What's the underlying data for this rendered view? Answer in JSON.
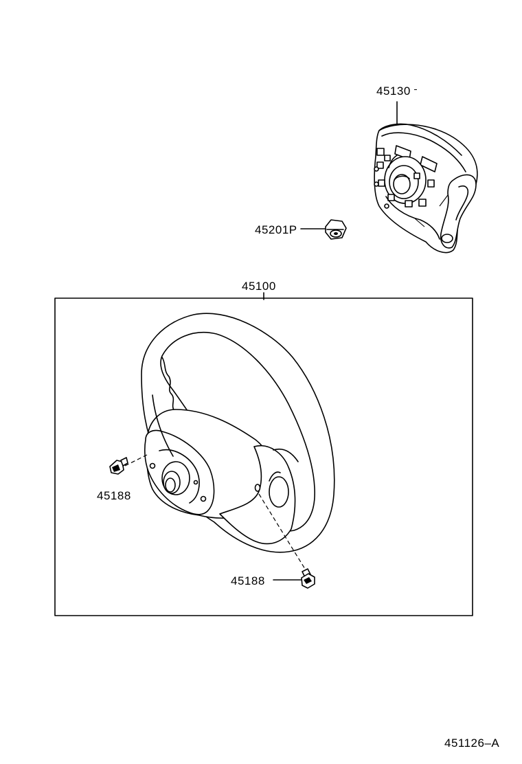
{
  "parts": {
    "airbag_pad": "45130",
    "nut": "45201P",
    "steering_wheel": "45100",
    "screw_left": "45188",
    "screw_bottom": "45188"
  },
  "diagram_code": "451126–A"
}
